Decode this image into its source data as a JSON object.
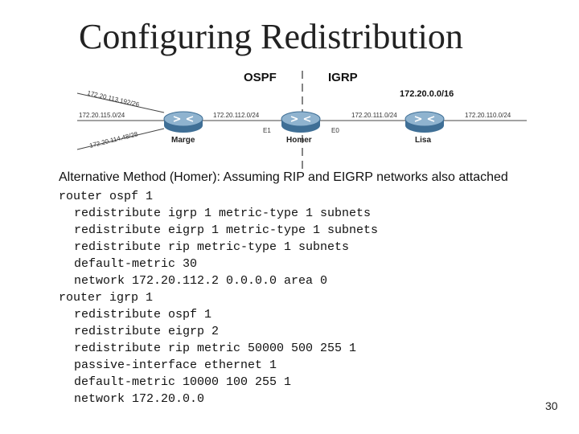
{
  "title": "Configuring Redistribution",
  "diagram": {
    "protocol_left": "OSPF",
    "protocol_right": "IGRP",
    "major_network": "172.20.0.0/16",
    "routers": [
      "Marge",
      "Homer",
      "Lisa"
    ],
    "interfaces": {
      "homer_left": "E1",
      "homer_right": "E0"
    },
    "networks": {
      "marge_top": "172.20.113.192/26",
      "marge_left": "172.20.115.0/24",
      "marge_bottom": "172.20.114.48/28",
      "marge_homer": "172.20.112.0/24",
      "homer_lisa": "172.20.111.0/24",
      "lisa_right": "172.20.110.0/24"
    }
  },
  "subtitle": "Alternative Method (Homer): Assuming RIP and EIGRP networks also attached",
  "config": {
    "lines": [
      "router ospf 1",
      "redistribute igrp 1 metric-type 1 subnets",
      "redistribute eigrp 1 metric-type 1 subnets",
      "redistribute rip metric-type 1 subnets",
      "default-metric 30",
      "network 172.20.112.2 0.0.0.0 area 0",
      "router igrp 1",
      "redistribute ospf 1",
      "redistribute eigrp 2",
      "redistribute rip metric 50000 500 255 1",
      "passive-interface ethernet 1",
      "default-metric 10000 100 255 1",
      "network 172.20.0.0"
    ]
  },
  "page_number": "30",
  "colors": {
    "router_body": "#3f6f96",
    "router_top": "#8fb3cf",
    "line": "#444444"
  }
}
